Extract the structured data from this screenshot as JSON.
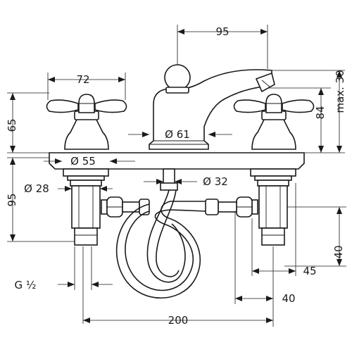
{
  "dimensions": {
    "spout_reach": "95",
    "handle_span": "72",
    "handle_height": "65",
    "spout_height": "84",
    "spout_max": "max. 30",
    "spout_base_dia": "Ø 61",
    "handle_base_dia": "Ø 55",
    "shank_dia": "Ø 28",
    "center_dia": "Ø 32",
    "shank_length": "95",
    "side_offset": "40",
    "connector_offset": "45",
    "connector_height": "40",
    "thread": "G ½",
    "center_spacing": "200"
  },
  "colors": {
    "line": "#1a1a1a",
    "background": "#ffffff"
  }
}
